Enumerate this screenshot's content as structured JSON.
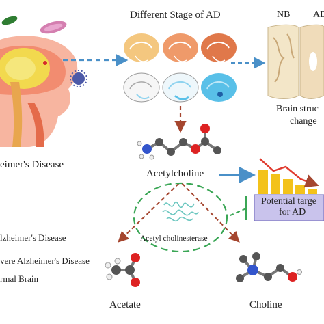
{
  "labels": {
    "stages_title": "Different Stage of AD",
    "nb": "NB",
    "ad": "AD",
    "brain_structure_line1": "Brain struc",
    "brain_structure_line2": "change",
    "disease": "eimer's  Disease",
    "acetylcholine": "Acetylcholine",
    "potential_line1": "Potential targe",
    "potential_line2": "for AD",
    "enzyme": "Acetyl cholinesterase",
    "acetate": "Acetate",
    "choline": "Choline"
  },
  "legend": {
    "items": [
      {
        "label": "lzheimer's  Disease"
      },
      {
        "label": "vere Alzheimer's  Disease"
      },
      {
        "label": "rmal Brain"
      }
    ]
  },
  "colors": {
    "stage_early": "#f4c77f",
    "stage_mid": "#ef9a6a",
    "stage_late": "#e0784a",
    "brain_blue": "#59c0e8",
    "arrow_blue": "#4a90c8",
    "arrow_red": "#c0392b",
    "dashed_green": "#3aa655",
    "potential_box": "#c9c3ec",
    "bar_yellow": "#f3c21b"
  }
}
